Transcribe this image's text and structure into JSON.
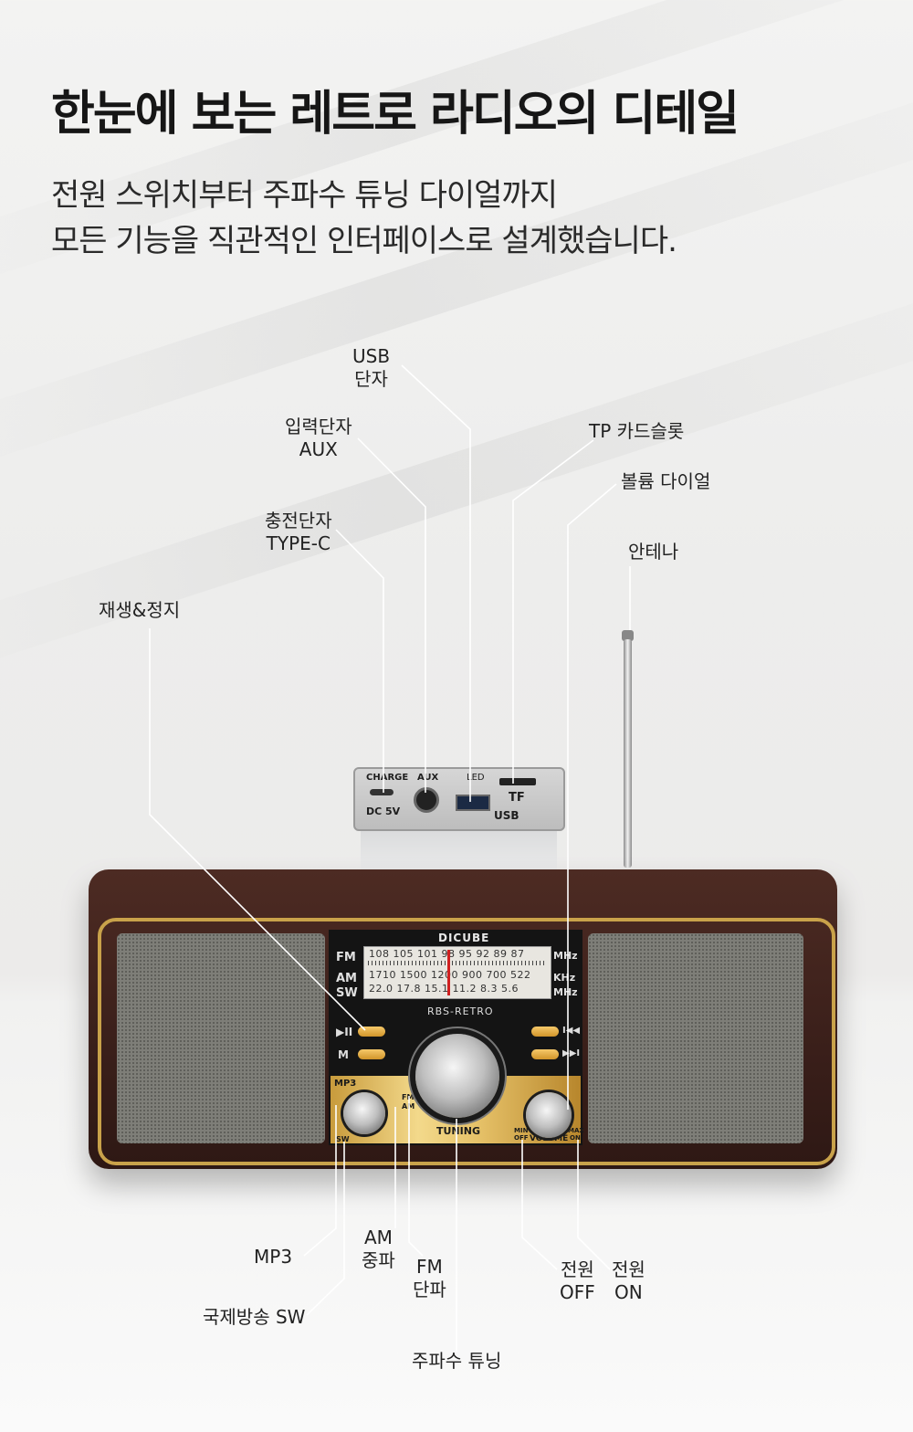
{
  "header": {
    "title": "한눈에 보는 레트로 라디오의 디테일",
    "subtitle_line1": "전원 스위치부터 주파수 튜닝 다이얼까지",
    "subtitle_line2": "모든 기능을 직관적인 인터페이스로 설계했습니다."
  },
  "callouts": {
    "usb": "USB\n단자",
    "aux": "입력단자\nAUX",
    "charge": "충전단자\nTYPE-C",
    "play": "재생&정지",
    "tf": "TP 카드슬롯",
    "volume": "볼륨 다이얼",
    "antenna": "안테나",
    "mp3": "MP3",
    "sw": "국제방송 SW",
    "am": "AM\n중파",
    "fm": "FM\n단파",
    "tuning": "주파수 튜닝",
    "power_off": "전원\nOFF",
    "power_on": "전원\nON"
  },
  "device": {
    "brand": "DICUBE",
    "model": "RBS-RETRO",
    "port_charge": "CHARGE",
    "port_dc": "DC 5V",
    "port_aux": "AUX",
    "port_led": "LED",
    "port_usb": "USB",
    "port_tf": "TF",
    "band_fm": "FM",
    "band_am": "AM",
    "band_sw": "SW",
    "unit_mhz": "MHz",
    "unit_khz": "KHz",
    "unit_mhz2": "MHz",
    "scale_fm": "108   105   101   98   95   92   89   87",
    "scale_am": "1710  1500  1200  900   700    522",
    "scale_sw": "22.0   17.8   15.1   11.2   8.3   5.6",
    "ctl_play": "▶II",
    "ctl_mode": "M",
    "ctl_prev": "I◀◀",
    "ctl_next": "▶▶I",
    "plate_mp3": "MP3",
    "plate_sw": "SW",
    "plate_fm": "FM",
    "plate_am": "AM",
    "plate_tuning": "TUNING",
    "plate_volume": "VOLUME",
    "plate_min": "MIN",
    "plate_off": "OFF",
    "plate_max": "MAX",
    "plate_on": "ON"
  },
  "colors": {
    "gold": "#c9a24a",
    "wood": "#3a1f1a",
    "text": "#161616"
  }
}
